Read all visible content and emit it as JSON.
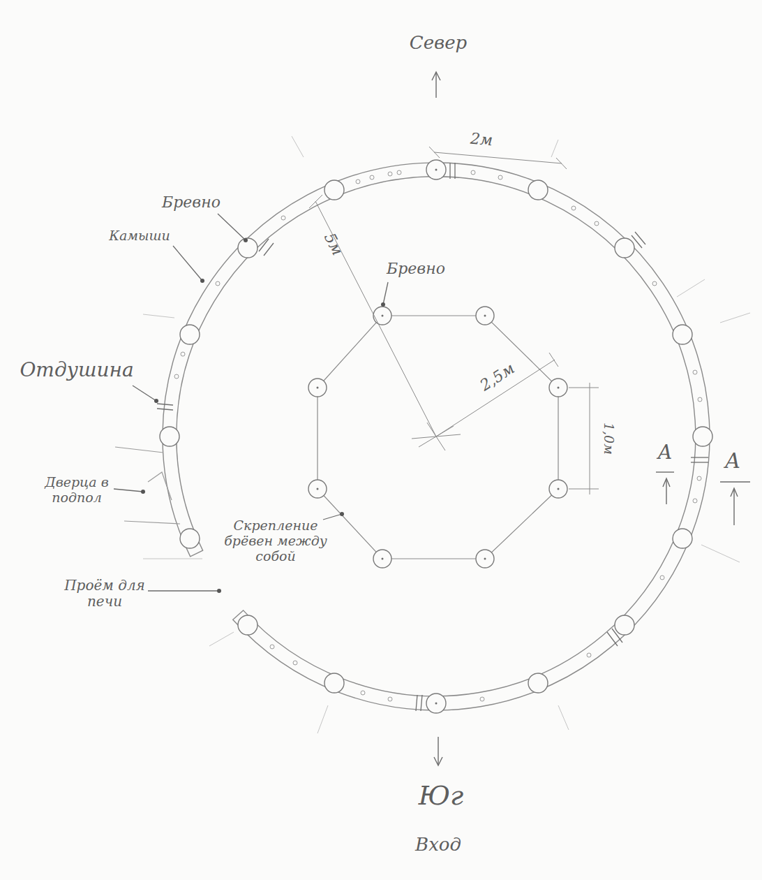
{
  "diagram": {
    "labels": [
      "Север",
      "2м",
      "Бревно",
      "Камыши",
      "Бревно",
      "5м",
      "2,5м",
      "Отдушина",
      "1,0м",
      "A",
      "A",
      "Дверца в подпол",
      "Скрепление брёвен между собой",
      "Проём для печи",
      "Юг",
      "Вход"
    ]
  }
}
